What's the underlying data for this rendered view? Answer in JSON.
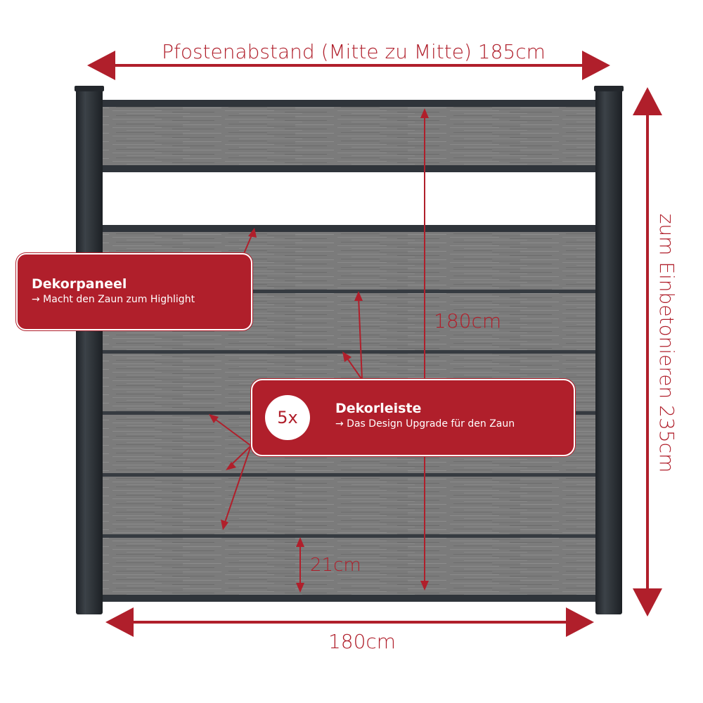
{
  "dimensions": {
    "post_spacing": "Pfostenabstand (Mitte zu Mitte) 185cm",
    "panel_width": "180cm",
    "panel_height": "180cm",
    "board_height": "21cm",
    "post_length": "zum Einbetonieren 235cm"
  },
  "callouts": {
    "decor_panel": {
      "title": "Dekorpaneel",
      "subtitle": "→ Macht den Zaun zum Highlight"
    },
    "decor_strip": {
      "badge": "5x",
      "title": "Dekorleiste",
      "subtitle": "→ Das Design Upgrade für den Zaun"
    }
  },
  "colors": {
    "accent": "#b01f2b",
    "post": "#2f343a",
    "board": "#7c7c7c",
    "background": "#ffffff"
  }
}
